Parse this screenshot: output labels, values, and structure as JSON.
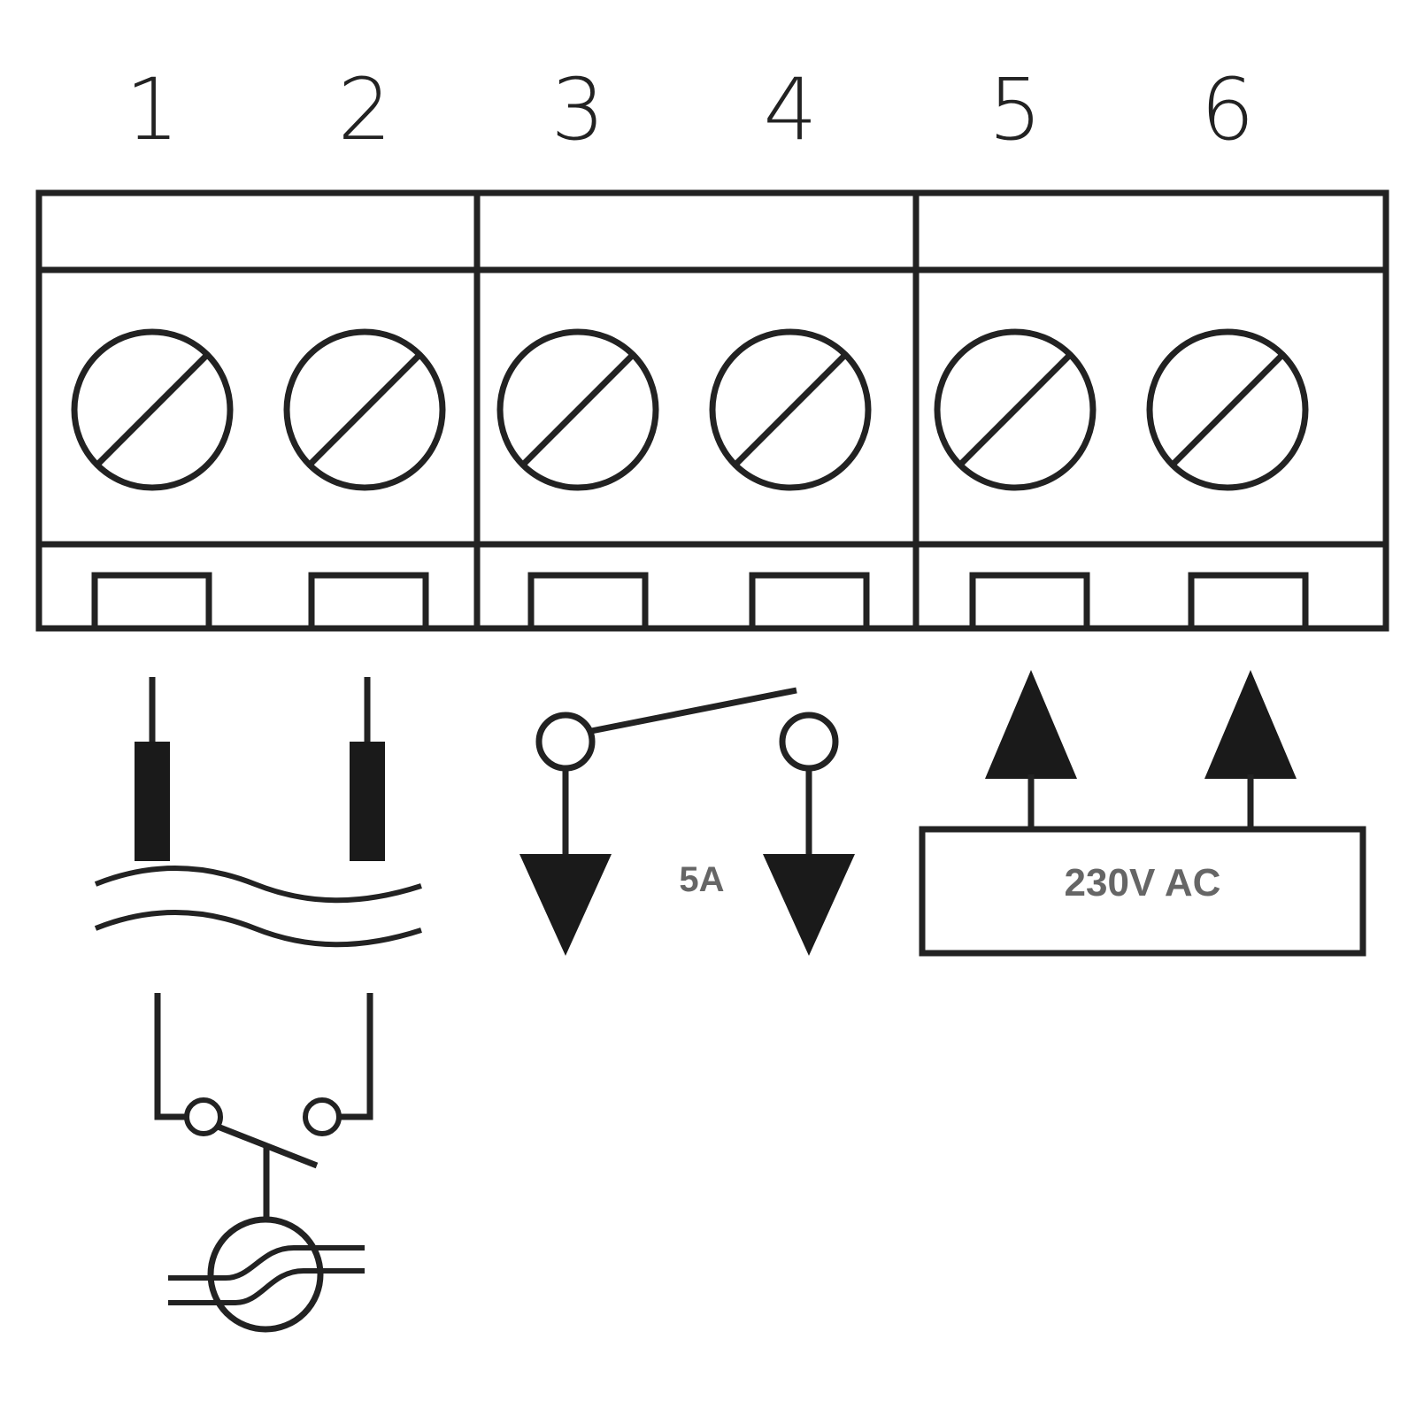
{
  "terminals": [
    {
      "number": "1"
    },
    {
      "number": "2"
    },
    {
      "number": "3"
    },
    {
      "number": "4"
    },
    {
      "number": "5"
    },
    {
      "number": "6"
    }
  ],
  "relay": {
    "rating_label": "5A"
  },
  "supply": {
    "label": "230V AC"
  },
  "colors": {
    "line": "#222222",
    "label": "#666666",
    "background": "#ffffff"
  }
}
